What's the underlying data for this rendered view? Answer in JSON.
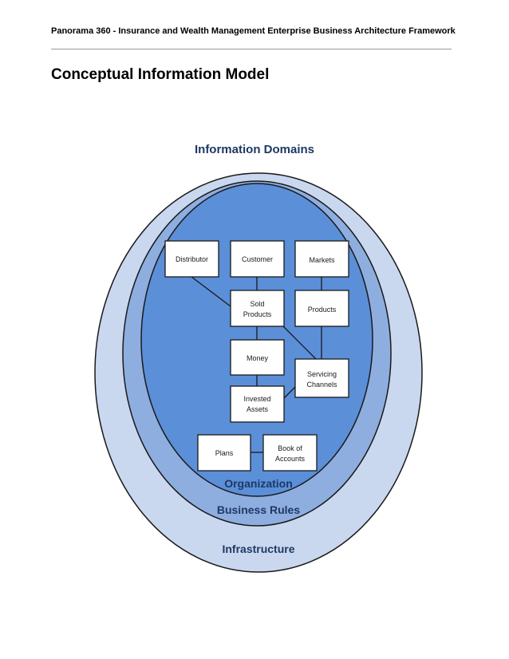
{
  "header": {
    "title": "Panorama 360 - Insurance and Wealth Management Enterprise Business Architecture Framework"
  },
  "section": {
    "title": "Conceptual Information Model"
  },
  "diagram": {
    "title": "Information Domains",
    "rings": {
      "organization": "Organization",
      "business_rules": "Business Rules",
      "infrastructure": "Infrastructure"
    },
    "colors": {
      "outer": "#c9d8ef",
      "middle": "#8eaee0",
      "inner": "#5b8fd8",
      "stroke": "#1a1a1a",
      "box": "#ffffff",
      "title": "#1f3864"
    },
    "boxes": {
      "distributor": "Distributor",
      "customer": "Customer",
      "markets": "Markets",
      "sold_products_1": "Sold",
      "sold_products_2": "Products",
      "products": "Products",
      "money": "Money",
      "servicing_channels_1": "Servicing",
      "servicing_channels_2": "Channels",
      "invested_assets_1": "Invested",
      "invested_assets_2": "Assets",
      "plans": "Plans",
      "book_of_accounts_1": "Book of",
      "book_of_accounts_2": "Accounts"
    }
  }
}
